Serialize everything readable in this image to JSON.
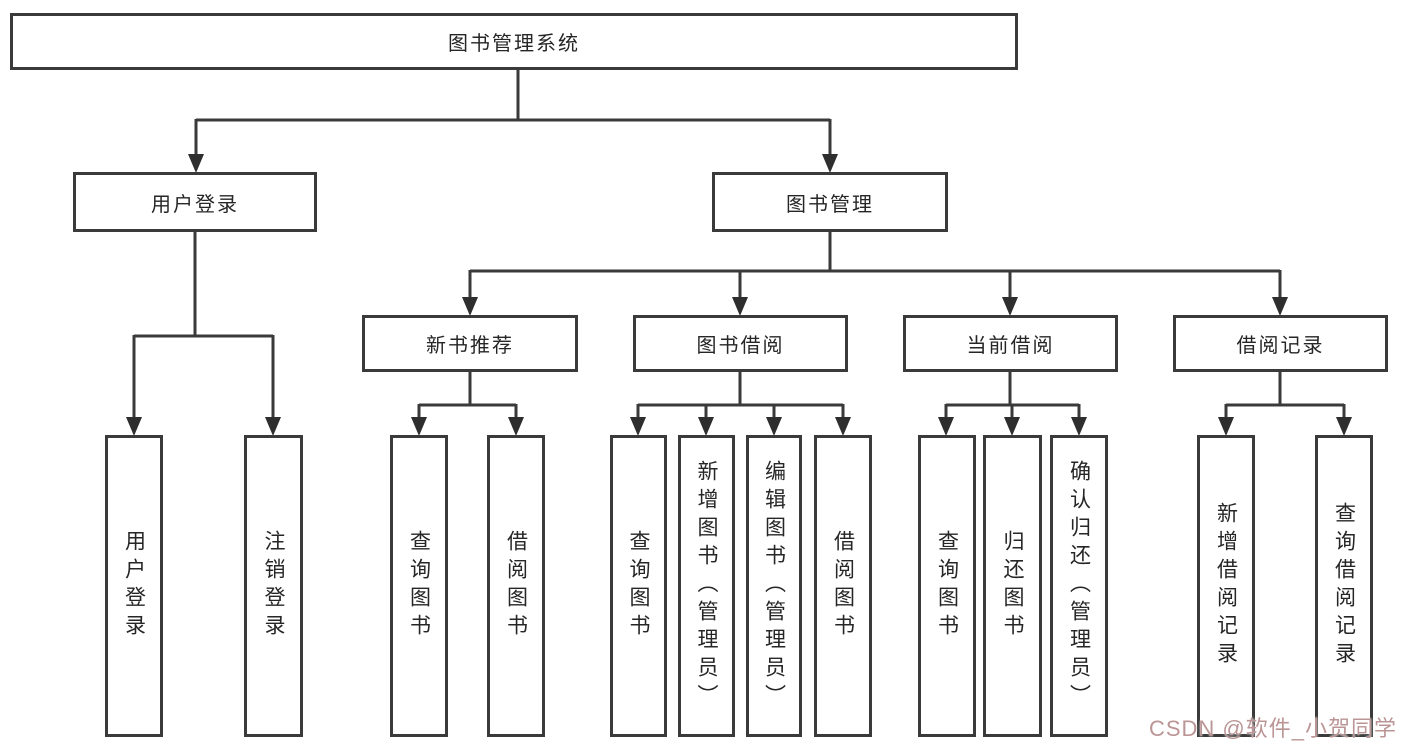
{
  "diagram": {
    "type": "hierarchy-tree",
    "title": "图书管理系统",
    "nodes": {
      "root": "图书管理系统",
      "user_login": "用户登录",
      "book_mgmt": "图书管理",
      "new_book_rec": "新书推荐",
      "book_borrow": "图书借阅",
      "current_borrow": "当前借阅",
      "borrow_record": "借阅记录",
      "ul_login": "用户登录",
      "ul_logout": "注销登录",
      "nb_query": "查询图书",
      "nb_borrow": "借阅图书",
      "bb_query": "查询图书",
      "bb_add": "新增图书（管理员）",
      "bb_edit": "编辑图书（管理员）",
      "bb_borrow": "借阅图书",
      "cb_query": "查询图书",
      "cb_return": "归还图书",
      "cb_confirm": "确认归还（管理员）",
      "br_add": "新增借阅记录",
      "br_query": "查询借阅记录"
    },
    "hierarchy": {
      "图书管理系统": {
        "用户登录": [
          "用户登录",
          "注销登录"
        ],
        "图书管理": {
          "新书推荐": [
            "查询图书",
            "借阅图书"
          ],
          "图书借阅": [
            "查询图书",
            "新增图书（管理员）",
            "编辑图书（管理员）",
            "借阅图书"
          ],
          "当前借阅": [
            "查询图书",
            "归还图书",
            "确认归还（管理员）"
          ],
          "借阅记录": [
            "新增借阅记录",
            "查询借阅记录"
          ]
        }
      }
    },
    "watermark": "CSDN @软件_小贺同学",
    "colors": {
      "line": "#3a3a3a",
      "box_border": "#3a3a3a",
      "text": "#262626",
      "background": "#ffffff",
      "watermark": "#bb9595"
    }
  }
}
